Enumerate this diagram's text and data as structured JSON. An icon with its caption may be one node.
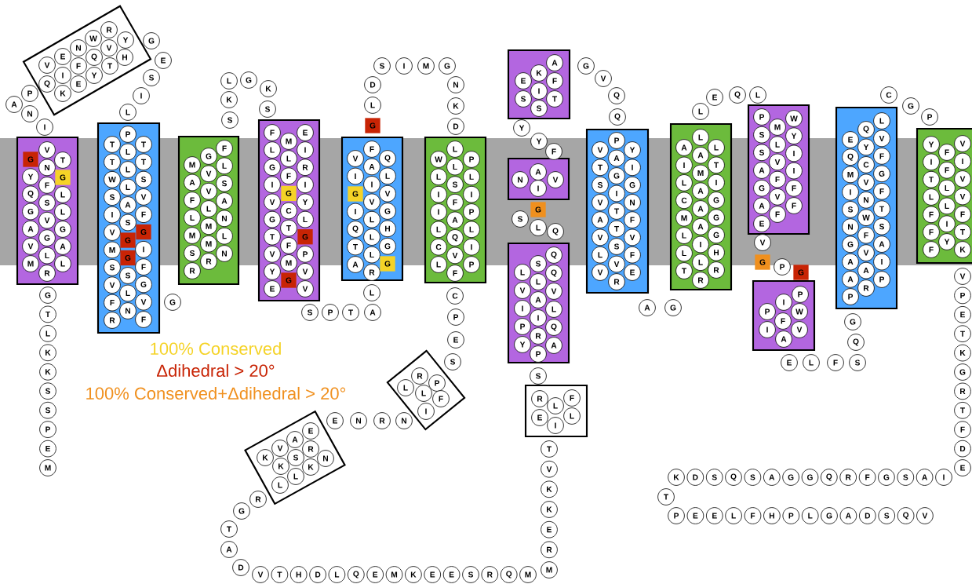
{
  "diagram": {
    "nodes": [
      {
        "text": [
          "M"
        ]
      },
      {
        "text": [
          "E"
        ]
      },
      {
        "text": [
          "P"
        ]
      },
      {
        "text": [
          "S"
        ]
      },
      {
        "text": [
          "S"
        ]
      },
      {
        "text": [
          "K"
        ]
      },
      {
        "text": [
          "K"
        ]
      },
      {
        "text": [
          "L"
        ]
      },
      {
        "text": [
          "T"
        ]
      },
      {
        "text": [
          "G"
        ]
      },
      {
        "text": [],
        "shape": "box"
      },
      {
        "text": [
          "G"
        ],
        "in": 10
      },
      {
        "text": [
          "Y"
        ],
        "in": 10
      },
      {
        "text": [
          "Q"
        ],
        "in": 10
      },
      {
        "text": [
          "G"
        ],
        "in": 10
      },
      {
        "text": [
          "A"
        ],
        "in": 10
      },
      {
        "text": [
          "V"
        ],
        "in": 10
      },
      {
        "text": [
          "M"
        ],
        "in": 10
      },
      {
        "text": [
          "V"
        ],
        "in": 10
      },
      {
        "text": [
          "N"
        ],
        "in": 10
      },
      {
        "text": [
          "F"
        ],
        "in": 10
      },
      {
        "text": [
          "S"
        ],
        "in": 10
      },
      {
        "text": [
          "V"
        ],
        "in": 10
      },
      {
        "text": [
          "G"
        ],
        "in": 10
      },
      {
        "text": [
          "L"
        ],
        "in": 10
      },
      {
        "text": [
          "R"
        ],
        "in": 10
      },
      {
        "text": [
          "T"
        ],
        "in": 10
      },
      {
        "text": [
          "G"
        ],
        "in": 10
      },
      {
        "text": [
          "L"
        ],
        "in": 10
      },
      {
        "text": [
          "L"
        ],
        "in": 10
      },
      {
        "text": [
          "G"
        ],
        "in": 10
      },
      {
        "text": [
          "A"
        ],
        "in": 10
      },
      {
        "text": [
          "L"
        ],
        "in": 10
      },
      {
        "text": [
          "I"
        ]
      },
      {
        "text": [
          "N"
        ]
      },
      {
        "text": [
          "A"
        ]
      },
      {
        "text": [
          "P"
        ]
      },
      {
        "text": [],
        "shape": "box"
      },
      {
        "text": [
          "R"
        ],
        "in": 37
      },
      {
        "text": [
          "W"
        ],
        "in": 37
      },
      {
        "text": [
          "Y"
        ],
        "in": 37
      },
      {
        "text": [
          "N"
        ],
        "in": 37
      },
      {
        "text": [
          "V"
        ],
        "in": 37
      },
      {
        "text": [
          "E"
        ],
        "in": 37
      },
      {
        "text": [
          "Q"
        ],
        "in": 37
      },
      {
        "text": [
          "H"
        ],
        "in": 37
      },
      {
        "text": [
          "V"
        ],
        "in": 37
      },
      {
        "text": [
          "F"
        ],
        "in": 37
      },
      {
        "text": [
          "T"
        ],
        "in": 37
      },
      {
        "text": [
          "I"
        ],
        "in": 37
      },
      {
        "text": [
          "Y"
        ],
        "in": 37
      },
      {
        "text": [
          "Q"
        ],
        "in": 37
      },
      {
        "text": [
          "E"
        ],
        "in": 37
      },
      {
        "text": [
          "K"
        ],
        "in": 37
      },
      {
        "text": [
          "G"
        ]
      },
      {
        "text": [
          "E"
        ]
      },
      {
        "text": [
          "S"
        ]
      },
      {
        "text": [
          "I"
        ]
      },
      {
        "text": [
          "L"
        ]
      },
      {
        "text": [],
        "shape": "box"
      },
      {
        "text": [
          "T"
        ],
        "in": 59
      },
      {
        "text": [
          "T"
        ],
        "in": 59
      },
      {
        "text": [
          "W"
        ],
        "in": 59
      },
      {
        "text": [
          "S"
        ],
        "in": 59
      },
      {
        "text": [
          "I"
        ],
        "in": 59
      },
      {
        "text": [
          "V"
        ],
        "in": 59
      },
      {
        "text": [
          "M"
        ],
        "in": 59
      },
      {
        "text": [
          "S"
        ],
        "in": 59
      },
      {
        "text": [
          "V"
        ],
        "in": 59
      },
      {
        "text": [
          "F"
        ],
        "in": 59
      },
      {
        "text": [
          "R"
        ],
        "in": 59
      },
      {
        "text": [
          "P"
        ],
        "in": 59
      },
      {
        "text": [
          "L"
        ],
        "in": 59
      },
      {
        "text": [
          "L"
        ],
        "in": 59
      },
      {
        "text": [
          "L"
        ],
        "in": 59
      },
      {
        "text": [
          "A"
        ],
        "in": 59
      },
      {
        "text": [
          "S"
        ],
        "in": 59
      },
      {
        "text": [
          "G"
        ],
        "in": 59
      },
      {
        "text": [
          "G"
        ],
        "in": 59
      },
      {
        "text": [
          "S"
        ],
        "in": 59
      },
      {
        "text": [
          "L"
        ],
        "in": 59
      },
      {
        "text": [
          "N"
        ],
        "in": 59
      },
      {
        "text": [
          "T"
        ],
        "in": 59
      },
      {
        "text": [
          "T"
        ],
        "in": 59
      },
      {
        "text": [
          "S"
        ],
        "in": 59
      },
      {
        "text": [
          "V"
        ],
        "in": 59
      },
      {
        "text": [
          "F"
        ],
        "in": 59
      },
      {
        "text": [
          "G"
        ],
        "in": 59
      },
      {
        "text": [
          "I"
        ],
        "in": 59
      },
      {
        "text": [
          "F"
        ],
        "in": 59
      },
      {
        "text": [
          "G"
        ],
        "in": 59
      },
      {
        "text": [
          "V"
        ],
        "in": 59
      },
      {
        "text": [
          "F"
        ],
        "in": 59
      },
      {
        "text": [
          "G"
        ]
      },
      {
        "text": [],
        "shape": "box"
      },
      {
        "text": [
          "M"
        ],
        "in": 94
      },
      {
        "text": [
          "A"
        ],
        "in": 94
      },
      {
        "text": [
          "F"
        ],
        "in": 94
      },
      {
        "text": [
          "L"
        ],
        "in": 94
      },
      {
        "text": [
          "M"
        ],
        "in": 94
      },
      {
        "text": [
          "S"
        ],
        "in": 94
      },
      {
        "text": [
          "R"
        ],
        "in": 94
      },
      {
        "text": [
          "G"
        ],
        "in": 94
      },
      {
        "text": [
          "V"
        ],
        "in": 94
      },
      {
        "text": [
          "V"
        ],
        "in": 94
      },
      {
        "text": [
          "L"
        ],
        "in": 94
      },
      {
        "text": [
          "M"
        ],
        "in": 94
      },
      {
        "text": [
          "M"
        ],
        "in": 94
      },
      {
        "text": [
          "R"
        ],
        "in": 94
      },
      {
        "text": [
          "F"
        ],
        "in": 94
      },
      {
        "text": [
          "L"
        ],
        "in": 94
      },
      {
        "text": [
          "S"
        ],
        "in": 94
      },
      {
        "text": [
          "A"
        ],
        "in": 94
      },
      {
        "text": [
          "N"
        ],
        "in": 94
      },
      {
        "text": [
          "L"
        ],
        "in": 94
      },
      {
        "text": [
          "N"
        ],
        "in": 94
      },
      {
        "text": [
          "S"
        ]
      },
      {
        "text": [
          "K"
        ]
      },
      {
        "text": [
          "L"
        ]
      },
      {
        "text": [
          "G"
        ]
      },
      {
        "text": [
          "K"
        ]
      },
      {
        "text": [
          "S"
        ]
      },
      {
        "text": [],
        "shape": "box"
      },
      {
        "text": [
          "F"
        ],
        "in": 122
      },
      {
        "text": [
          "L"
        ],
        "in": 122
      },
      {
        "text": [
          "G"
        ],
        "in": 122
      },
      {
        "text": [
          "I"
        ],
        "in": 122
      },
      {
        "text": [
          "V"
        ],
        "in": 122
      },
      {
        "text": [
          "G"
        ],
        "in": 122
      },
      {
        "text": [
          "T"
        ],
        "in": 122
      },
      {
        "text": [
          "V"
        ],
        "in": 122
      },
      {
        "text": [
          "Y"
        ],
        "in": 122
      },
      {
        "text": [
          "E"
        ],
        "in": 122
      },
      {
        "text": [
          "M"
        ],
        "in": 122
      },
      {
        "text": [
          "L"
        ],
        "in": 122
      },
      {
        "text": [
          "F"
        ],
        "in": 122
      },
      {
        "text": [
          "G"
        ],
        "in": 122
      },
      {
        "text": [
          "C"
        ],
        "in": 122
      },
      {
        "text": [
          "T"
        ],
        "in": 122
      },
      {
        "text": [
          "F"
        ],
        "in": 122
      },
      {
        "text": [
          "M"
        ],
        "in": 122
      },
      {
        "text": [
          "G"
        ],
        "in": 122
      },
      {
        "text": [
          "E"
        ],
        "in": 122
      },
      {
        "text": [
          "I"
        ],
        "in": 122
      },
      {
        "text": [
          "R"
        ],
        "in": 122
      },
      {
        "text": [
          "I"
        ],
        "in": 122
      },
      {
        "text": [
          "Y"
        ],
        "in": 122
      },
      {
        "text": [
          "L"
        ],
        "in": 122
      },
      {
        "text": [
          "G"
        ],
        "in": 122
      },
      {
        "text": [
          "P"
        ],
        "in": 122
      },
      {
        "text": [
          "V"
        ],
        "in": 122
      },
      {
        "text": [
          "V"
        ],
        "in": 122
      },
      {
        "text": [
          "S"
        ]
      },
      {
        "text": [
          "P"
        ]
      },
      {
        "text": [
          "T"
        ]
      },
      {
        "text": [
          "A"
        ]
      },
      {
        "text": [
          "L"
        ]
      },
      {
        "text": [],
        "shape": "box"
      },
      {
        "text": [
          "V"
        ],
        "in": 157
      },
      {
        "text": [
          "I"
        ],
        "in": 157
      },
      {
        "text": [
          "G"
        ],
        "in": 157
      },
      {
        "text": [
          "I"
        ],
        "in": 157
      },
      {
        "text": [
          "Q"
        ],
        "in": 157
      },
      {
        "text": [
          "T"
        ],
        "in": 157
      },
      {
        "text": [
          "A"
        ],
        "in": 157
      },
      {
        "text": [
          "F"
        ],
        "in": 157
      },
      {
        "text": [
          "A"
        ],
        "in": 157
      },
      {
        "text": [
          "I"
        ],
        "in": 157
      },
      {
        "text": [
          "V"
        ],
        "in": 157
      },
      {
        "text": [
          "L"
        ],
        "in": 157
      },
      {
        "text": [
          "L"
        ],
        "in": 157
      },
      {
        "text": [
          "L"
        ],
        "in": 157
      },
      {
        "text": [
          "R"
        ],
        "in": 157
      },
      {
        "text": [
          "Q"
        ],
        "in": 157
      },
      {
        "text": [
          "L"
        ],
        "in": 157
      },
      {
        "text": [
          "V"
        ],
        "in": 157
      },
      {
        "text": [
          "G"
        ],
        "in": 157
      },
      {
        "text": [
          "H"
        ],
        "in": 157
      },
      {
        "text": [
          "G"
        ],
        "in": 157
      },
      {
        "text": [
          "G"
        ],
        "in": 157
      },
      {
        "text": [
          "G"
        ]
      },
      {
        "text": [
          "L"
        ]
      },
      {
        "text": [
          "D"
        ]
      },
      {
        "text": [
          "S"
        ]
      },
      {
        "text": [
          "I"
        ]
      },
      {
        "text": [
          "M"
        ]
      },
      {
        "text": [
          "G"
        ]
      },
      {
        "text": [
          "N"
        ]
      },
      {
        "text": [
          "K"
        ]
      },
      {
        "text": [
          "D"
        ]
      },
      {
        "text": [],
        "shape": "box"
      },
      {
        "text": [
          "W"
        ],
        "in": 190
      },
      {
        "text": [
          "L"
        ],
        "in": 190
      },
      {
        "text": [
          "I"
        ],
        "in": 190
      },
      {
        "text": [
          "I"
        ],
        "in": 190
      },
      {
        "text": [
          "L"
        ],
        "in": 190
      },
      {
        "text": [
          "C"
        ],
        "in": 190
      },
      {
        "text": [
          "L"
        ],
        "in": 190
      },
      {
        "text": [
          "L"
        ],
        "in": 190
      },
      {
        "text": [
          "L"
        ],
        "in": 190
      },
      {
        "text": [
          "S"
        ],
        "in": 190
      },
      {
        "text": [
          "F"
        ],
        "in": 190
      },
      {
        "text": [
          "A"
        ],
        "in": 190
      },
      {
        "text": [
          "Q"
        ],
        "in": 190
      },
      {
        "text": [
          "V"
        ],
        "in": 190
      },
      {
        "text": [
          "F"
        ],
        "in": 190
      },
      {
        "text": [
          "P"
        ],
        "in": 190
      },
      {
        "text": [
          "L"
        ],
        "in": 190
      },
      {
        "text": [
          "I"
        ],
        "in": 190
      },
      {
        "text": [
          "P"
        ],
        "in": 190
      },
      {
        "text": [
          "L"
        ],
        "in": 190
      },
      {
        "text": [
          "I"
        ],
        "in": 190
      },
      {
        "text": [
          "P"
        ],
        "in": 190
      },
      {
        "text": [
          "C"
        ]
      },
      {
        "text": [
          "P"
        ]
      },
      {
        "text": [
          "E"
        ]
      },
      {
        "text": [
          "S"
        ]
      },
      {
        "text": [],
        "shape": "box"
      },
      {
        "text": [
          "R"
        ],
        "in": 217
      },
      {
        "text": [
          "P"
        ],
        "in": 217
      },
      {
        "text": [
          "L"
        ],
        "in": 217
      },
      {
        "text": [
          "L"
        ],
        "in": 217
      },
      {
        "text": [
          "F"
        ],
        "in": 217
      },
      {
        "text": [
          "I"
        ],
        "in": 217
      },
      {
        "text": [
          "N"
        ]
      },
      {
        "text": [
          "R"
        ]
      },
      {
        "text": [
          "N"
        ]
      },
      {
        "text": [
          "E"
        ]
      },
      {
        "text": [],
        "shape": "box"
      },
      {
        "text": [
          "E"
        ],
        "in": 228
      },
      {
        "text": [
          "A"
        ],
        "in": 228
      },
      {
        "text": [
          "V"
        ],
        "in": 228
      },
      {
        "text": [
          "R"
        ],
        "in": 228
      },
      {
        "text": [
          "K"
        ],
        "in": 228
      },
      {
        "text": [
          "S"
        ],
        "in": 228
      },
      {
        "text": [
          "K"
        ],
        "in": 228
      },
      {
        "text": [
          "K"
        ],
        "in": 228
      },
      {
        "text": [
          "L"
        ],
        "in": 228
      },
      {
        "text": [
          "L"
        ],
        "in": 228
      },
      {
        "text": [
          "N"
        ],
        "in": 228
      },
      {
        "text": [
          "R"
        ]
      },
      {
        "text": [
          "G"
        ]
      },
      {
        "text": [
          "T"
        ]
      },
      {
        "text": [
          "A"
        ]
      },
      {
        "text": [
          "D"
        ]
      },
      {
        "text": [
          "V"
        ]
      },
      {
        "text": [
          "T"
        ]
      },
      {
        "text": [
          "H"
        ]
      },
      {
        "text": [
          "D"
        ]
      },
      {
        "text": [
          "L"
        ]
      },
      {
        "text": [
          "Q"
        ]
      },
      {
        "text": [
          "E"
        ]
      },
      {
        "text": [
          "M"
        ]
      },
      {
        "text": [
          "K"
        ]
      },
      {
        "text": [
          "E"
        ]
      },
      {
        "text": [
          "E"
        ]
      },
      {
        "text": [
          "S"
        ]
      },
      {
        "text": [
          "R"
        ]
      },
      {
        "text": [
          "Q"
        ]
      },
      {
        "text": [
          "M"
        ]
      },
      {
        "text": [
          "M"
        ]
      },
      {
        "text": [
          "R"
        ]
      },
      {
        "text": [
          "E"
        ]
      },
      {
        "text": [
          "K"
        ]
      },
      {
        "text": [
          "K"
        ]
      },
      {
        "text": [
          "V"
        ]
      },
      {
        "text": [
          "T"
        ]
      },
      {
        "text": [],
        "shape": "box"
      },
      {
        "text": [
          "R"
        ],
        "in": 267
      },
      {
        "text": [
          "F"
        ],
        "in": 267
      },
      {
        "text": [
          "L"
        ],
        "in": 267
      },
      {
        "text": [
          "E"
        ],
        "in": 267
      },
      {
        "text": [
          "L"
        ],
        "in": 267
      },
      {
        "text": [
          "I"
        ],
        "in": 267
      },
      {
        "text": [
          "S"
        ]
      },
      {
        "text": [],
        "shape": "box"
      },
      {
        "text": [
          "L"
        ],
        "in": 275
      },
      {
        "text": [
          "V"
        ],
        "in": 275
      },
      {
        "text": [
          "I"
        ],
        "in": 275
      },
      {
        "text": [
          "P"
        ],
        "in": 275
      },
      {
        "text": [
          "Y"
        ],
        "in": 275
      },
      {
        "text": [
          "S"
        ],
        "in": 275
      },
      {
        "text": [
          "L"
        ],
        "in": 275
      },
      {
        "text": [
          "A"
        ],
        "in": 275
      },
      {
        "text": [
          "I"
        ],
        "in": 275
      },
      {
        "text": [
          "R"
        ],
        "in": 275
      },
      {
        "text": [
          "P"
        ],
        "in": 275
      },
      {
        "text": [
          "Q"
        ],
        "in": 275
      },
      {
        "text": [
          "Q"
        ],
        "in": 275
      },
      {
        "text": [
          "V"
        ],
        "in": 275
      },
      {
        "text": [
          "L"
        ],
        "in": 275
      },
      {
        "text": [
          "Q"
        ],
        "in": 275
      },
      {
        "text": [
          "A"
        ],
        "in": 275
      },
      {
        "text": [
          "Q"
        ]
      },
      {
        "text": [
          "L"
        ]
      },
      {
        "text": [
          "S"
        ]
      },
      {
        "text": [
          "G"
        ]
      },
      {
        "text": [],
        "shape": "box"
      },
      {
        "text": [
          "N"
        ],
        "in": 297
      },
      {
        "text": [
          "A"
        ],
        "in": 297
      },
      {
        "text": [
          "V"
        ],
        "in": 297
      },
      {
        "text": [
          "I"
        ],
        "in": 297
      },
      {
        "text": [
          "F"
        ]
      },
      {
        "text": [
          "Y"
        ]
      },
      {
        "text": [
          "Y"
        ]
      },
      {
        "text": [],
        "shape": "box"
      },
      {
        "text": [
          "A"
        ],
        "in": 305
      },
      {
        "text": [
          "K"
        ],
        "in": 305
      },
      {
        "text": [
          "E"
        ],
        "in": 305
      },
      {
        "text": [
          "F"
        ],
        "in": 305
      },
      {
        "text": [
          "I"
        ],
        "in": 305
      },
      {
        "text": [
          "S"
        ],
        "in": 305
      },
      {
        "text": [
          "T"
        ],
        "in": 305
      },
      {
        "text": [
          "S"
        ],
        "in": 305
      },
      {
        "text": [
          "G"
        ]
      },
      {
        "text": [
          "V"
        ]
      },
      {
        "text": [
          "Q"
        ]
      },
      {
        "text": [
          "Q"
        ]
      },
      {
        "text": [],
        "shape": "box"
      },
      {
        "text": [
          "V"
        ],
        "in": 318
      },
      {
        "text": [
          "T"
        ],
        "in": 318
      },
      {
        "text": [
          "S"
        ],
        "in": 318
      },
      {
        "text": [
          "V"
        ],
        "in": 318
      },
      {
        "text": [
          "A"
        ],
        "in": 318
      },
      {
        "text": [
          "V"
        ],
        "in": 318
      },
      {
        "text": [
          "L"
        ],
        "in": 318
      },
      {
        "text": [
          "V"
        ],
        "in": 318
      },
      {
        "text": [
          "P"
        ],
        "in": 318
      },
      {
        "text": [
          "A"
        ],
        "in": 318
      },
      {
        "text": [
          "G"
        ],
        "in": 318
      },
      {
        "text": [
          "I"
        ],
        "in": 318
      },
      {
        "text": [
          "T"
        ],
        "in": 318
      },
      {
        "text": [
          "T"
        ],
        "in": 318
      },
      {
        "text": [
          "S"
        ],
        "in": 318
      },
      {
        "text": [
          "V"
        ],
        "in": 318
      },
      {
        "text": [
          "R"
        ],
        "in": 318
      },
      {
        "text": [
          "Y"
        ],
        "in": 318
      },
      {
        "text": [
          "I"
        ],
        "in": 318
      },
      {
        "text": [
          "G"
        ],
        "in": 318
      },
      {
        "text": [
          "N"
        ],
        "in": 318
      },
      {
        "text": [
          "F"
        ],
        "in": 318
      },
      {
        "text": [
          "V"
        ],
        "in": 318
      },
      {
        "text": [
          "F"
        ],
        "in": 318
      },
      {
        "text": [
          "E"
        ],
        "in": 318
      },
      {
        "text": [
          "A"
        ]
      },
      {
        "text": [
          "G"
        ]
      },
      {
        "text": [],
        "shape": "box"
      },
      {
        "text": [
          "A"
        ],
        "in": 346
      },
      {
        "text": [
          "I"
        ],
        "in": 346
      },
      {
        "text": [
          "L"
        ],
        "in": 346
      },
      {
        "text": [
          "C"
        ],
        "in": 346
      },
      {
        "text": [
          "M"
        ],
        "in": 346
      },
      {
        "text": [
          "L"
        ],
        "in": 346
      },
      {
        "text": [
          "L"
        ],
        "in": 346
      },
      {
        "text": [
          "T"
        ],
        "in": 346
      },
      {
        "text": [
          "L"
        ],
        "in": 346
      },
      {
        "text": [
          "A"
        ],
        "in": 346
      },
      {
        "text": [
          "M"
        ],
        "in": 346
      },
      {
        "text": [
          "A"
        ],
        "in": 346
      },
      {
        "text": [
          "A"
        ],
        "in": 346
      },
      {
        "text": [
          "A"
        ],
        "in": 346
      },
      {
        "text": [
          "I"
        ],
        "in": 346
      },
      {
        "text": [
          "L"
        ],
        "in": 346
      },
      {
        "text": [
          "R"
        ],
        "in": 346
      },
      {
        "text": [
          "L"
        ],
        "in": 346
      },
      {
        "text": [
          "T"
        ],
        "in": 346
      },
      {
        "text": [
          "I"
        ],
        "in": 346
      },
      {
        "text": [
          "G"
        ],
        "in": 346
      },
      {
        "text": [
          "G"
        ],
        "in": 346
      },
      {
        "text": [
          "G"
        ],
        "in": 346
      },
      {
        "text": [
          "H"
        ],
        "in": 346
      },
      {
        "text": [
          "R"
        ],
        "in": 346
      },
      {
        "text": [
          "L"
        ]
      },
      {
        "text": [
          "E"
        ]
      },
      {
        "text": [
          "Q"
        ]
      },
      {
        "text": [
          "L"
        ]
      },
      {
        "text": [],
        "shape": "box"
      },
      {
        "text": [
          "P"
        ],
        "in": 376
      },
      {
        "text": [
          "S"
        ],
        "in": 376
      },
      {
        "text": [
          "S"
        ],
        "in": 376
      },
      {
        "text": [
          "A"
        ],
        "in": 376
      },
      {
        "text": [
          "G"
        ],
        "in": 376
      },
      {
        "text": [
          "A"
        ],
        "in": 376
      },
      {
        "text": [
          "E"
        ],
        "in": 376
      },
      {
        "text": [
          "M"
        ],
        "in": 376
      },
      {
        "text": [
          "L"
        ],
        "in": 376
      },
      {
        "text": [
          "V"
        ],
        "in": 376
      },
      {
        "text": [
          "F"
        ],
        "in": 376
      },
      {
        "text": [
          "V"
        ],
        "in": 376
      },
      {
        "text": [
          "F"
        ],
        "in": 376
      },
      {
        "text": [
          "W"
        ],
        "in": 376
      },
      {
        "text": [
          "Y"
        ],
        "in": 376
      },
      {
        "text": [
          "I"
        ],
        "in": 376
      },
      {
        "text": [
          "I"
        ],
        "in": 376
      },
      {
        "text": [
          "F"
        ],
        "in": 376
      },
      {
        "text": [
          "F"
        ],
        "in": 376
      },
      {
        "text": [
          "V"
        ]
      },
      {
        "text": [
          "G"
        ]
      },
      {
        "text": [
          "P"
        ]
      },
      {
        "text": [
          "G"
        ]
      },
      {
        "text": [],
        "shape": "box"
      },
      {
        "text": [
          "P"
        ],
        "in": 400
      },
      {
        "text": [
          "I"
        ],
        "in": 400
      },
      {
        "text": [
          "P"
        ],
        "in": 400
      },
      {
        "text": [
          "W"
        ],
        "in": 400
      },
      {
        "text": [
          "F"
        ],
        "in": 400
      },
      {
        "text": [
          "I"
        ],
        "in": 400
      },
      {
        "text": [
          "V"
        ],
        "in": 400
      },
      {
        "text": [
          "A"
        ],
        "in": 400
      },
      {
        "text": [
          "E"
        ]
      },
      {
        "text": [
          "L"
        ]
      },
      {
        "text": [
          "F"
        ]
      },
      {
        "text": [
          "S"
        ]
      },
      {
        "text": [
          "Q"
        ]
      },
      {
        "text": [
          "G"
        ]
      },
      {
        "text": [],
        "shape": "box"
      },
      {
        "text": [
          "E"
        ],
        "in": 415
      },
      {
        "text": [
          "Q"
        ],
        "in": 415
      },
      {
        "text": [
          "M"
        ],
        "in": 415
      },
      {
        "text": [
          "I"
        ],
        "in": 415
      },
      {
        "text": [
          "S"
        ],
        "in": 415
      },
      {
        "text": [
          "N"
        ],
        "in": 415
      },
      {
        "text": [
          "G"
        ],
        "in": 415
      },
      {
        "text": [
          "A"
        ],
        "in": 415
      },
      {
        "text": [
          "A"
        ],
        "in": 415
      },
      {
        "text": [
          "P"
        ],
        "in": 415
      },
      {
        "text": [
          "Q"
        ],
        "in": 415
      },
      {
        "text": [
          "Y"
        ],
        "in": 415
      },
      {
        "text": [
          "C"
        ],
        "in": 415
      },
      {
        "text": [
          "V"
        ],
        "in": 415
      },
      {
        "text": [
          "N"
        ],
        "in": 415
      },
      {
        "text": [
          "W"
        ],
        "in": 415
      },
      {
        "text": [
          "F"
        ],
        "in": 415
      },
      {
        "text": [
          "V"
        ],
        "in": 415
      },
      {
        "text": [
          "A"
        ],
        "in": 415
      },
      {
        "text": [
          "R"
        ],
        "in": 415
      },
      {
        "text": [
          "L"
        ],
        "in": 415
      },
      {
        "text": [
          "V"
        ],
        "in": 415
      },
      {
        "text": [
          "F"
        ],
        "in": 415
      },
      {
        "text": [
          "G"
        ],
        "in": 415
      },
      {
        "text": [
          "F"
        ],
        "in": 415
      },
      {
        "text": [
          "T"
        ],
        "in": 415
      },
      {
        "text": [
          "S"
        ],
        "in": 415
      },
      {
        "text": [
          "A"
        ],
        "in": 415
      },
      {
        "text": [
          "I"
        ],
        "in": 415
      },
      {
        "text": [
          "P"
        ],
        "in": 415
      },
      {
        "text": [
          "C"
        ]
      },
      {
        "text": [
          "G"
        ]
      },
      {
        "text": [
          "P"
        ]
      },
      {
        "text": [],
        "shape": "box"
      },
      {
        "text": [
          "Y"
        ],
        "in": 449
      },
      {
        "text": [
          "I"
        ],
        "in": 449
      },
      {
        "text": [
          "T"
        ],
        "in": 449
      },
      {
        "text": [
          "L"
        ],
        "in": 449
      },
      {
        "text": [
          "F"
        ],
        "in": 449
      },
      {
        "text": [
          "F"
        ],
        "in": 449
      },
      {
        "text": [
          "F"
        ],
        "in": 449
      },
      {
        "text": [
          "F"
        ],
        "in": 449
      },
      {
        "text": [
          "F"
        ],
        "in": 449
      },
      {
        "text": [
          "L"
        ],
        "in": 449
      },
      {
        "text": [
          "L"
        ],
        "in": 449
      },
      {
        "text": [
          "I"
        ],
        "in": 449
      },
      {
        "text": [
          "Y"
        ],
        "in": 449
      },
      {
        "text": [
          "V"
        ],
        "in": 449
      },
      {
        "text": [
          "I"
        ],
        "in": 449
      },
      {
        "text": [
          "V"
        ],
        "in": 449
      },
      {
        "text": [
          "V"
        ],
        "in": 449
      },
      {
        "text": [
          "F"
        ],
        "in": 449
      },
      {
        "text": [
          "T"
        ],
        "in": 449
      },
      {
        "text": [
          "K"
        ],
        "in": 449
      },
      {
        "text": [
          "V"
        ]
      },
      {
        "text": [
          "P"
        ]
      },
      {
        "text": [
          "E"
        ]
      },
      {
        "text": [
          "T"
        ]
      },
      {
        "text": [
          "K"
        ]
      },
      {
        "text": [
          "G"
        ]
      },
      {
        "text": [
          "R"
        ]
      },
      {
        "text": [
          "T"
        ]
      },
      {
        "text": [
          "F"
        ]
      },
      {
        "text": [
          "D"
        ]
      },
      {
        "text": [
          "E"
        ]
      },
      {
        "text": [
          "I"
        ]
      },
      {
        "text": [
          "A"
        ]
      },
      {
        "text": [
          "S"
        ]
      },
      {
        "text": [
          "G"
        ]
      },
      {
        "text": [
          "F"
        ]
      },
      {
        "text": [
          "R"
        ]
      },
      {
        "text": [
          "Q"
        ]
      },
      {
        "text": [
          "G"
        ]
      },
      {
        "text": [
          "G"
        ]
      },
      {
        "text": [
          "A"
        ]
      },
      {
        "text": [
          "S"
        ]
      },
      {
        "text": [
          "Q"
        ]
      },
      {
        "text": [
          "S"
        ]
      },
      {
        "text": [
          "D"
        ]
      },
      {
        "text": [
          "K"
        ]
      },
      {
        "text": [
          "T"
        ]
      },
      {
        "text": [
          "P"
        ]
      },
      {
        "text": [
          "E"
        ]
      },
      {
        "text": [
          "E"
        ]
      },
      {
        "text": [
          "L"
        ]
      },
      {
        "text": [
          "F"
        ]
      },
      {
        "text": [
          "H"
        ]
      },
      {
        "text": [
          "P"
        ]
      },
      {
        "text": [
          "L"
        ]
      },
      {
        "text": [
          "G"
        ]
      },
      {
        "text": [
          "A"
        ]
      },
      {
        "text": [
          "D"
        ]
      },
      {
        "text": [
          "S"
        ]
      },
      {
        "text": [
          "Q"
        ]
      },
      {
        "text": [
          "V"
        ]
      }
    ],
    "legend": [
      {
        "text": "100% Conserved",
        "color": "#f5d327"
      },
      {
        "text": "Δdihedral > 20°",
        "color": "#c82405"
      },
      {
        "text": "100% Conserved+Δdihedral > 20°",
        "color": "#f0901e"
      }
    ]
  }
}
